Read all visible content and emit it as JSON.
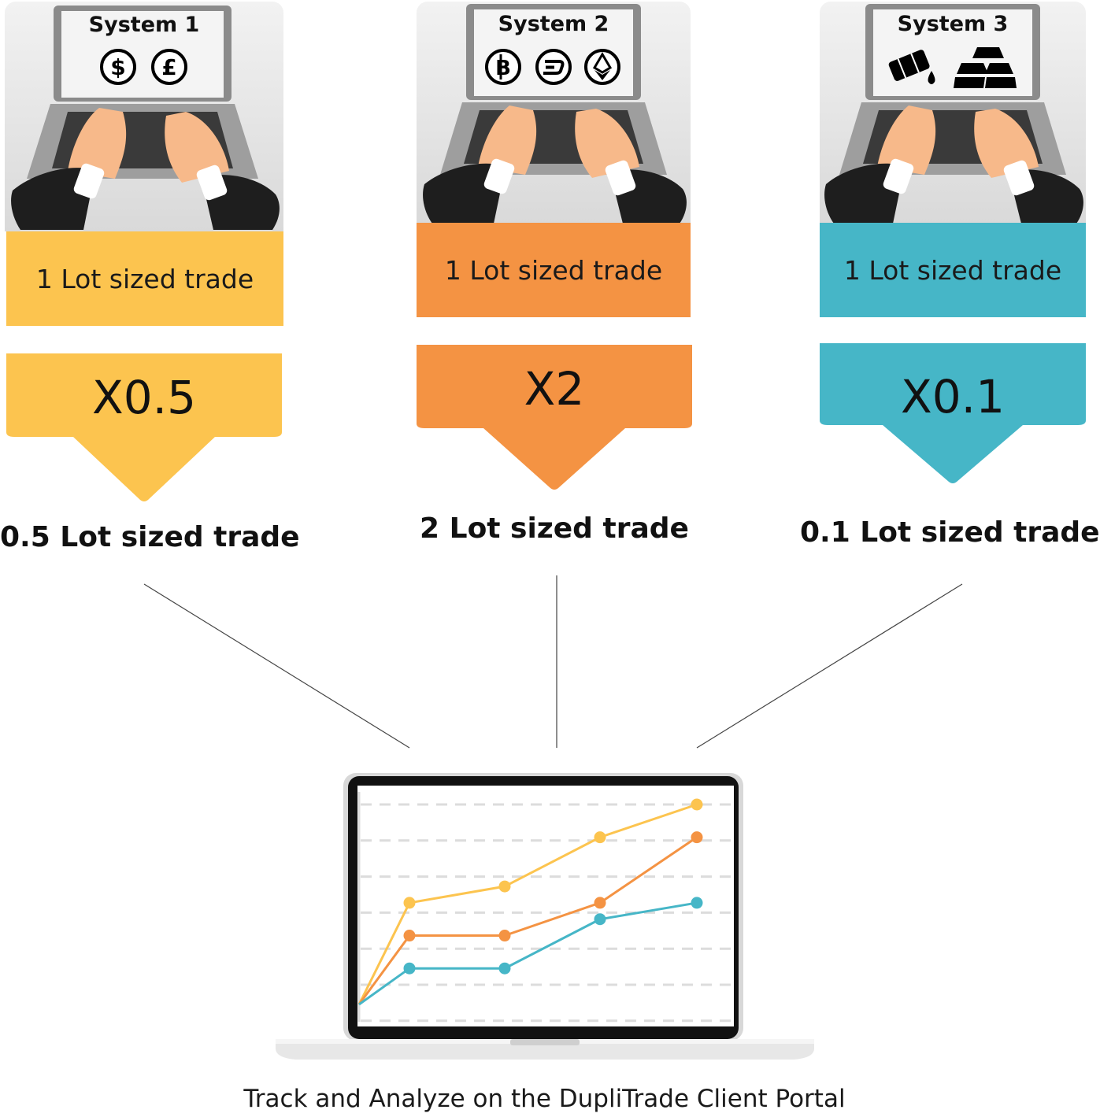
{
  "colors": {
    "system1": "#fcc44f",
    "system2": "#f49343",
    "system3": "#46b6c7"
  },
  "systems": [
    {
      "title": "System 1",
      "icons": [
        "dollar-icon",
        "pound-icon"
      ],
      "input_label": "1 Lot sized trade",
      "multiplier": "X0.5",
      "result_label": "0.5 Lot sized trade",
      "color": "#fcc44f"
    },
    {
      "title": "System 2",
      "icons": [
        "bitcoin-icon",
        "dash-icon",
        "ethereum-icon"
      ],
      "input_label": "1 Lot sized trade",
      "multiplier": "X2",
      "result_label": "2 Lot sized trade",
      "color": "#f49343"
    },
    {
      "title": "System 3",
      "icons": [
        "oil-barrel-icon",
        "gold-bars-icon"
      ],
      "input_label": "1 Lot sized trade",
      "multiplier": "X0.1",
      "result_label": "0.1 Lot sized trade",
      "color": "#46b6c7"
    }
  ],
  "chart_data": {
    "type": "line",
    "x": [
      0,
      1,
      2,
      3,
      4
    ],
    "series": [
      {
        "color": "#fcc44f",
        "values": [
          0,
          3.1,
          3.6,
          5.1,
          6.1
        ]
      },
      {
        "color": "#f49343",
        "values": [
          0,
          2.1,
          2.1,
          3.1,
          5.1
        ]
      },
      {
        "color": "#46b6c7",
        "values": [
          0,
          1.1,
          1.1,
          2.6,
          3.1
        ]
      }
    ]
  },
  "caption": "Track and Analyze on the DupliTrade Client Portal"
}
